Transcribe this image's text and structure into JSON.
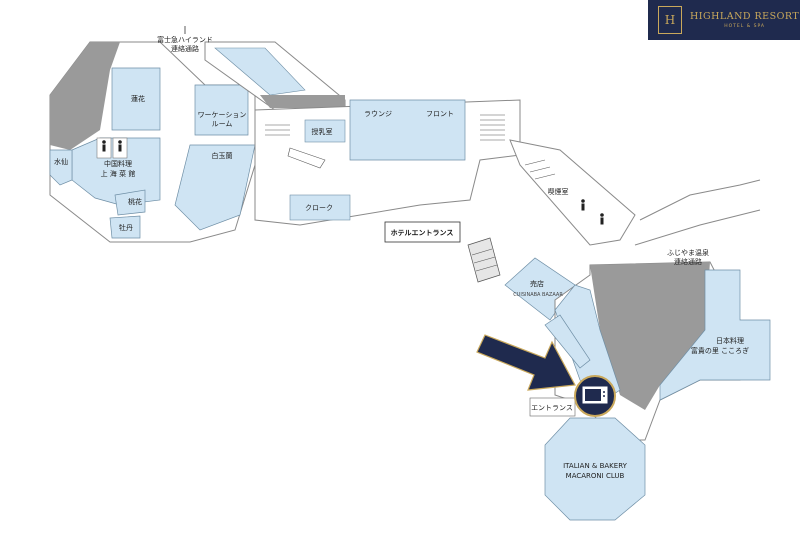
{
  "logo": {
    "mark": "H",
    "name": "HIGHLAND RESORT",
    "sub": "HOTEL & SPA"
  },
  "colors": {
    "room": "#cfe4f3",
    "wall": "#9a9a9a",
    "dark": "#a9a9a9",
    "navy": "#1f2a4e",
    "gold": "#c9a85b"
  },
  "labels": {
    "link_fujikyu_1": "富士急ハイランド",
    "link_fujikyu_2": "連絡通路",
    "renka": "蓮花",
    "workation_1": "ワーケーション",
    "workation_2": "ルーム",
    "hakugyokuro": "白玉蘭",
    "suisen": "水仙",
    "chinese_1": "中国料理",
    "chinese_2": "上 海 菜 館",
    "touka": "桃花",
    "botan": "牡丹",
    "lounge": "ラウンジ",
    "front": "フロント",
    "nursing": "授乳室",
    "cloak": "クローク",
    "hotel_entrance": "ホテルエントランス",
    "smoking": "喫煙室",
    "fujiyama_1": "ふじやま温泉",
    "fujiyama_2": "連絡通路",
    "shop": "売店",
    "shop_sub": "CUISINABA BAZAAR",
    "japanese_1": "日本料理",
    "japanese_2": "富貴の里 こころぎ",
    "entrance": "エントランス",
    "italian_1": "ITALIAN & BAKERY",
    "italian_2": "MACARONI CLUB"
  },
  "icons": [
    "restroom-icon",
    "atm-icon",
    "arrow-marker",
    "escalator-icon",
    "stairs-icon"
  ]
}
